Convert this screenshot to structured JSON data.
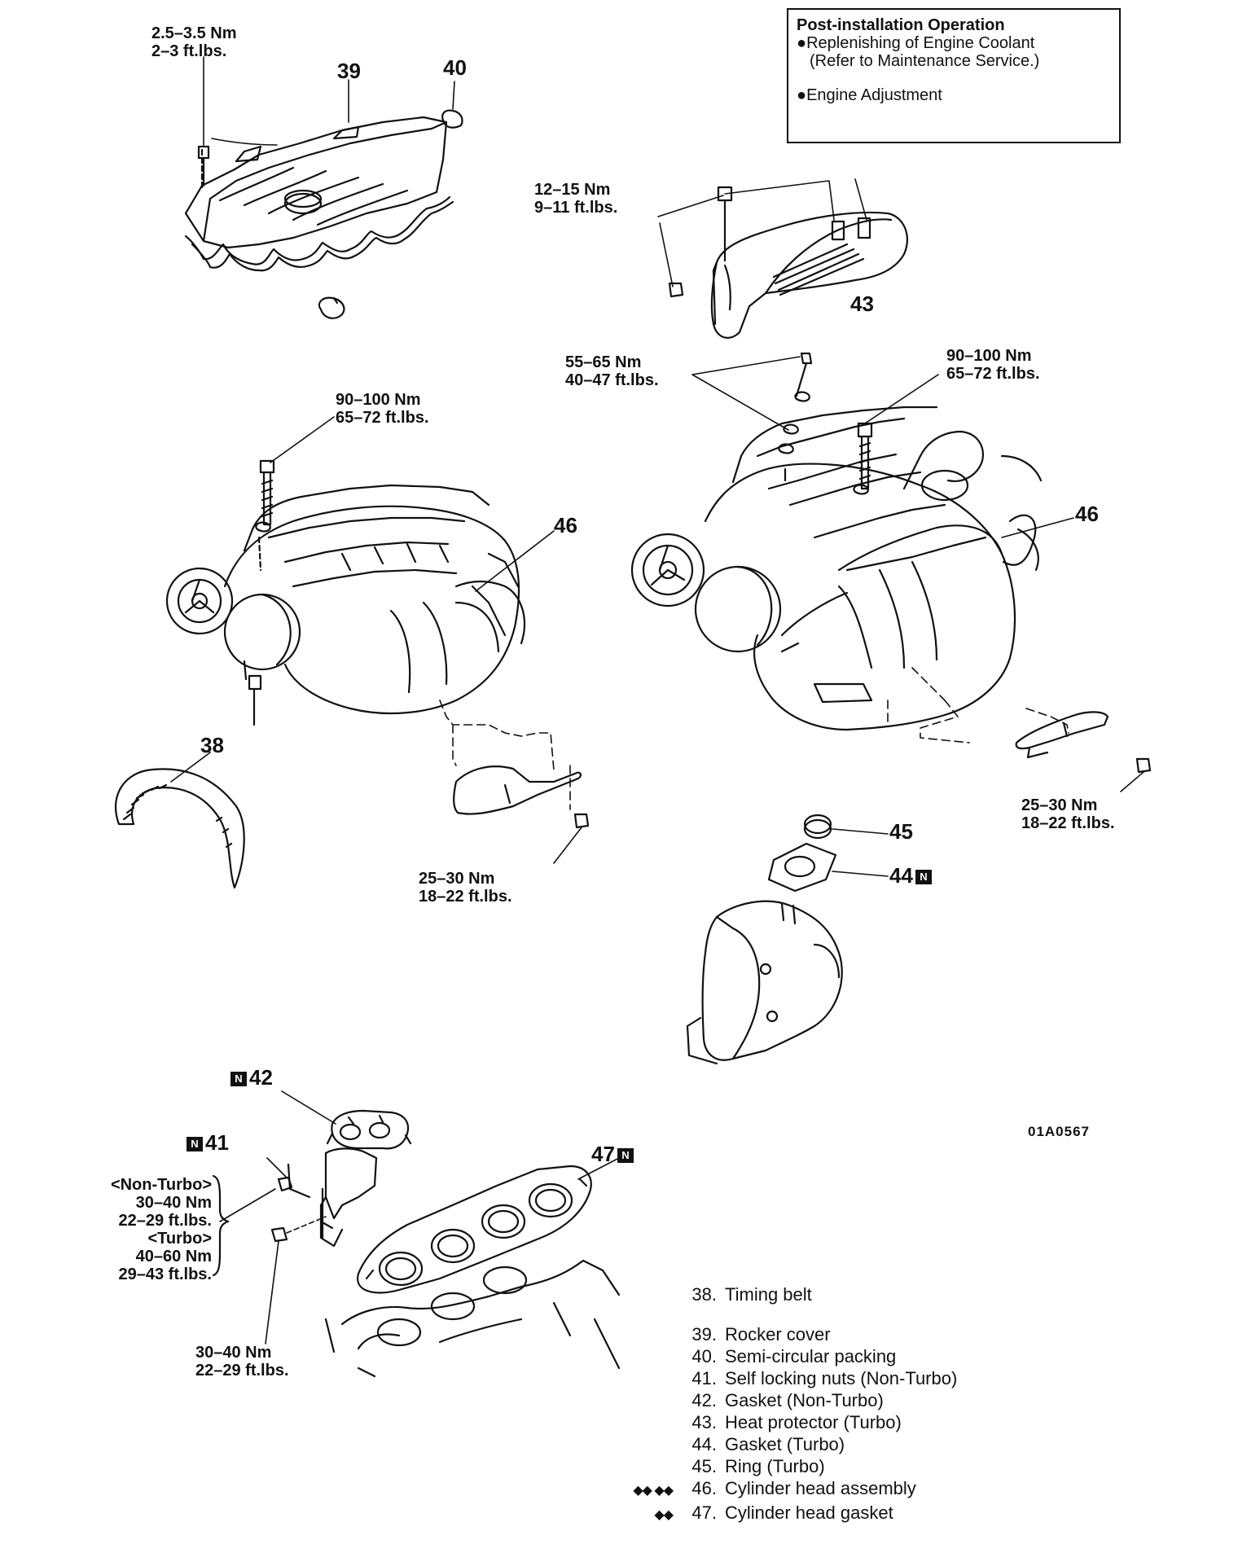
{
  "post_installation": {
    "title": "Post-installation Operation",
    "items": [
      "●Replenishing of Engine Coolant",
      "(Refer to Maintenance Service.)",
      "●Engine Adjustment"
    ]
  },
  "torques": {
    "rocker_bolt": [
      "2.5–3.5 Nm",
      "2–3 ft.lbs."
    ],
    "heat_prot_bolt": [
      "12–15 Nm",
      "9–11 ft.lbs."
    ],
    "turbo_stud": [
      "55–65 Nm",
      "40–47 ft.lbs."
    ],
    "head_bolt_right": [
      "90–100 Nm",
      "65–72 ft.lbs."
    ],
    "head_bolt_left": [
      "90–100 Nm",
      "65–72 ft.lbs."
    ],
    "bracket_bolt_left": [
      "25–30 Nm",
      "18–22 ft.lbs."
    ],
    "bracket_bolt_right": [
      "25–30 Nm",
      "18–22 ft.lbs."
    ],
    "exhaust_nut": [
      "<Non-Turbo>",
      "30–40 Nm",
      "22–29 ft.lbs.",
      "<Turbo>",
      "40–60 Nm",
      "29–43 ft.lbs."
    ],
    "manifold_bolt": [
      "30–40 Nm",
      "22–29 ft.lbs."
    ]
  },
  "callouts": {
    "n38": "38",
    "n39": "39",
    "n40": "40",
    "n41": "41",
    "n42": "42",
    "n43": "43",
    "n44": "44",
    "n45": "45",
    "n46a": "46",
    "n46b": "46",
    "n47": "47",
    "new_mark": "N"
  },
  "figure_code": "01A0567",
  "legend": [
    {
      "marks": "",
      "num": "38.",
      "text": "Timing belt"
    },
    {
      "marks": "",
      "num": "39.",
      "text": "Rocker cover"
    },
    {
      "marks": "",
      "num": "40.",
      "text": "Semi-circular packing"
    },
    {
      "marks": "",
      "num": "41.",
      "text": "Self locking nuts (Non-Turbo)"
    },
    {
      "marks": "",
      "num": "42.",
      "text": "Gasket (Non-Turbo)"
    },
    {
      "marks": "",
      "num": "43.",
      "text": "Heat protector (Turbo)"
    },
    {
      "marks": "",
      "num": "44.",
      "text": "Gasket (Turbo)"
    },
    {
      "marks": "",
      "num": "45.",
      "text": "Ring (Turbo)"
    },
    {
      "marks": "◆◆ ◆◆",
      "num": "46.",
      "text": "Cylinder head assembly"
    },
    {
      "marks": "◆◆",
      "num": "47.",
      "text": "Cylinder head gasket"
    }
  ]
}
